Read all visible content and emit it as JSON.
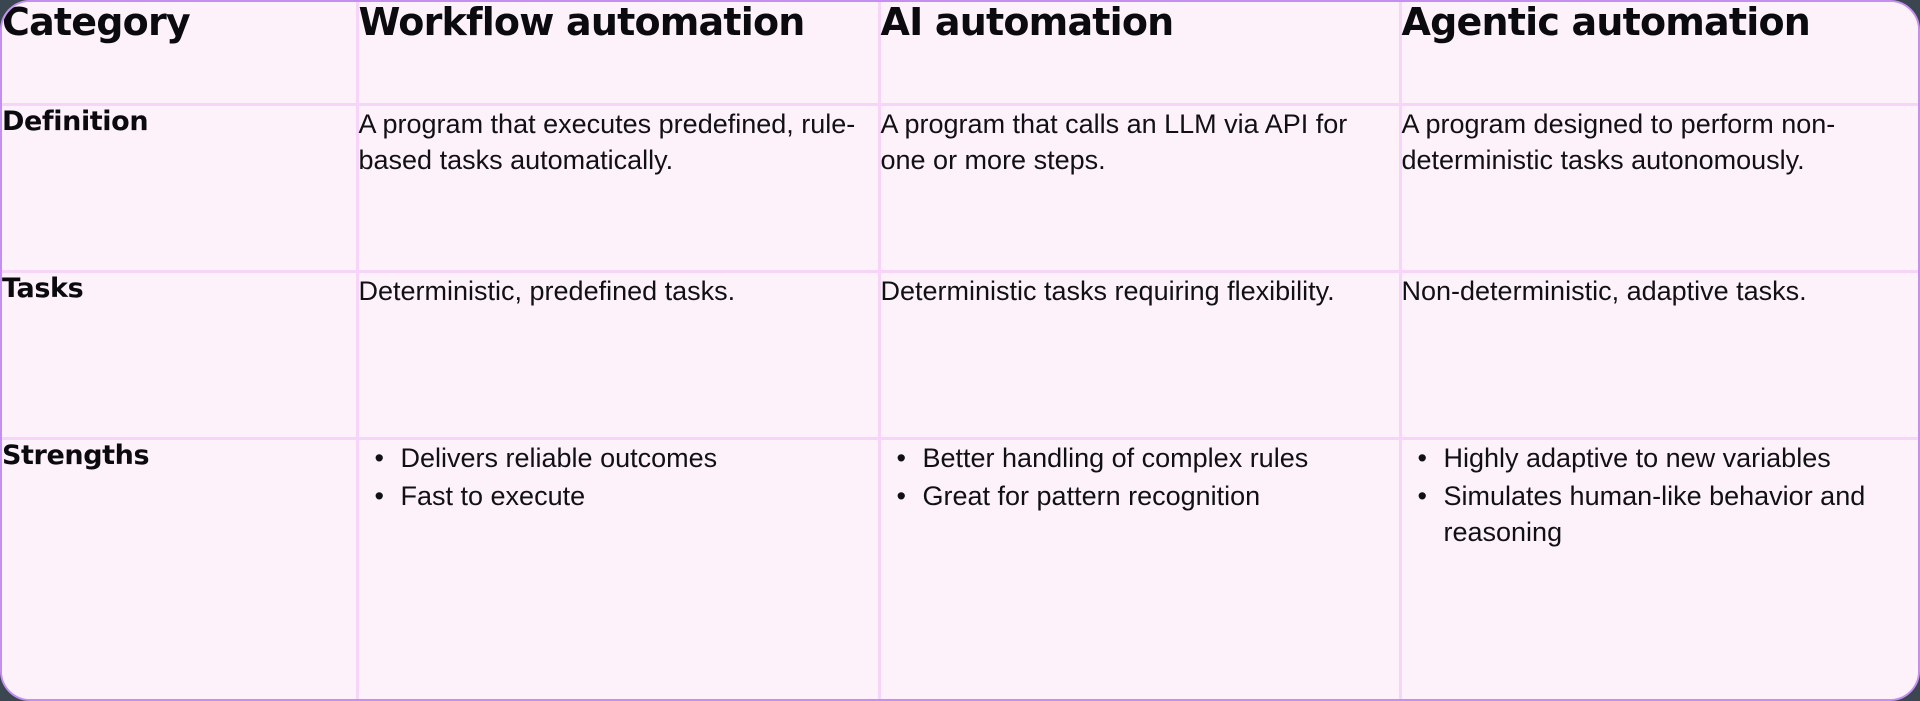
{
  "card": {
    "background_color": "#fdf2fa",
    "border_color": "#c48ff0",
    "divider_color": "#f7d5f8",
    "page_background_color": "#3a4750"
  },
  "table": {
    "columns": [
      {
        "label": "Category"
      },
      {
        "label": "Workflow automation"
      },
      {
        "label": "AI automation"
      },
      {
        "label": "Agentic automation"
      }
    ],
    "rows": [
      {
        "label": "Definition",
        "cells": [
          {
            "type": "text",
            "text": "A program that executes predefined, rule-based tasks automatically."
          },
          {
            "type": "text",
            "text": "A program that calls an LLM via API for one or more steps."
          },
          {
            "type": "text",
            "text": "A program designed to perform non-deterministic tasks autonomously."
          }
        ]
      },
      {
        "label": "Tasks",
        "cells": [
          {
            "type": "text",
            "text": "Deterministic, predefined tasks."
          },
          {
            "type": "text",
            "text": "Deterministic tasks requiring flexibility."
          },
          {
            "type": "text",
            "text": "Non-deterministic, adaptive tasks."
          }
        ]
      },
      {
        "label": "Strengths",
        "cells": [
          {
            "type": "bullets",
            "items": [
              "Delivers reliable outcomes",
              "Fast to execute"
            ]
          },
          {
            "type": "bullets",
            "items": [
              "Better handling of complex rules",
              "Great for pattern recognition"
            ]
          },
          {
            "type": "bullets",
            "items": [
              "Highly adaptive to new variables",
              " Simulates human-like behavior and reasoning"
            ]
          }
        ]
      }
    ]
  }
}
